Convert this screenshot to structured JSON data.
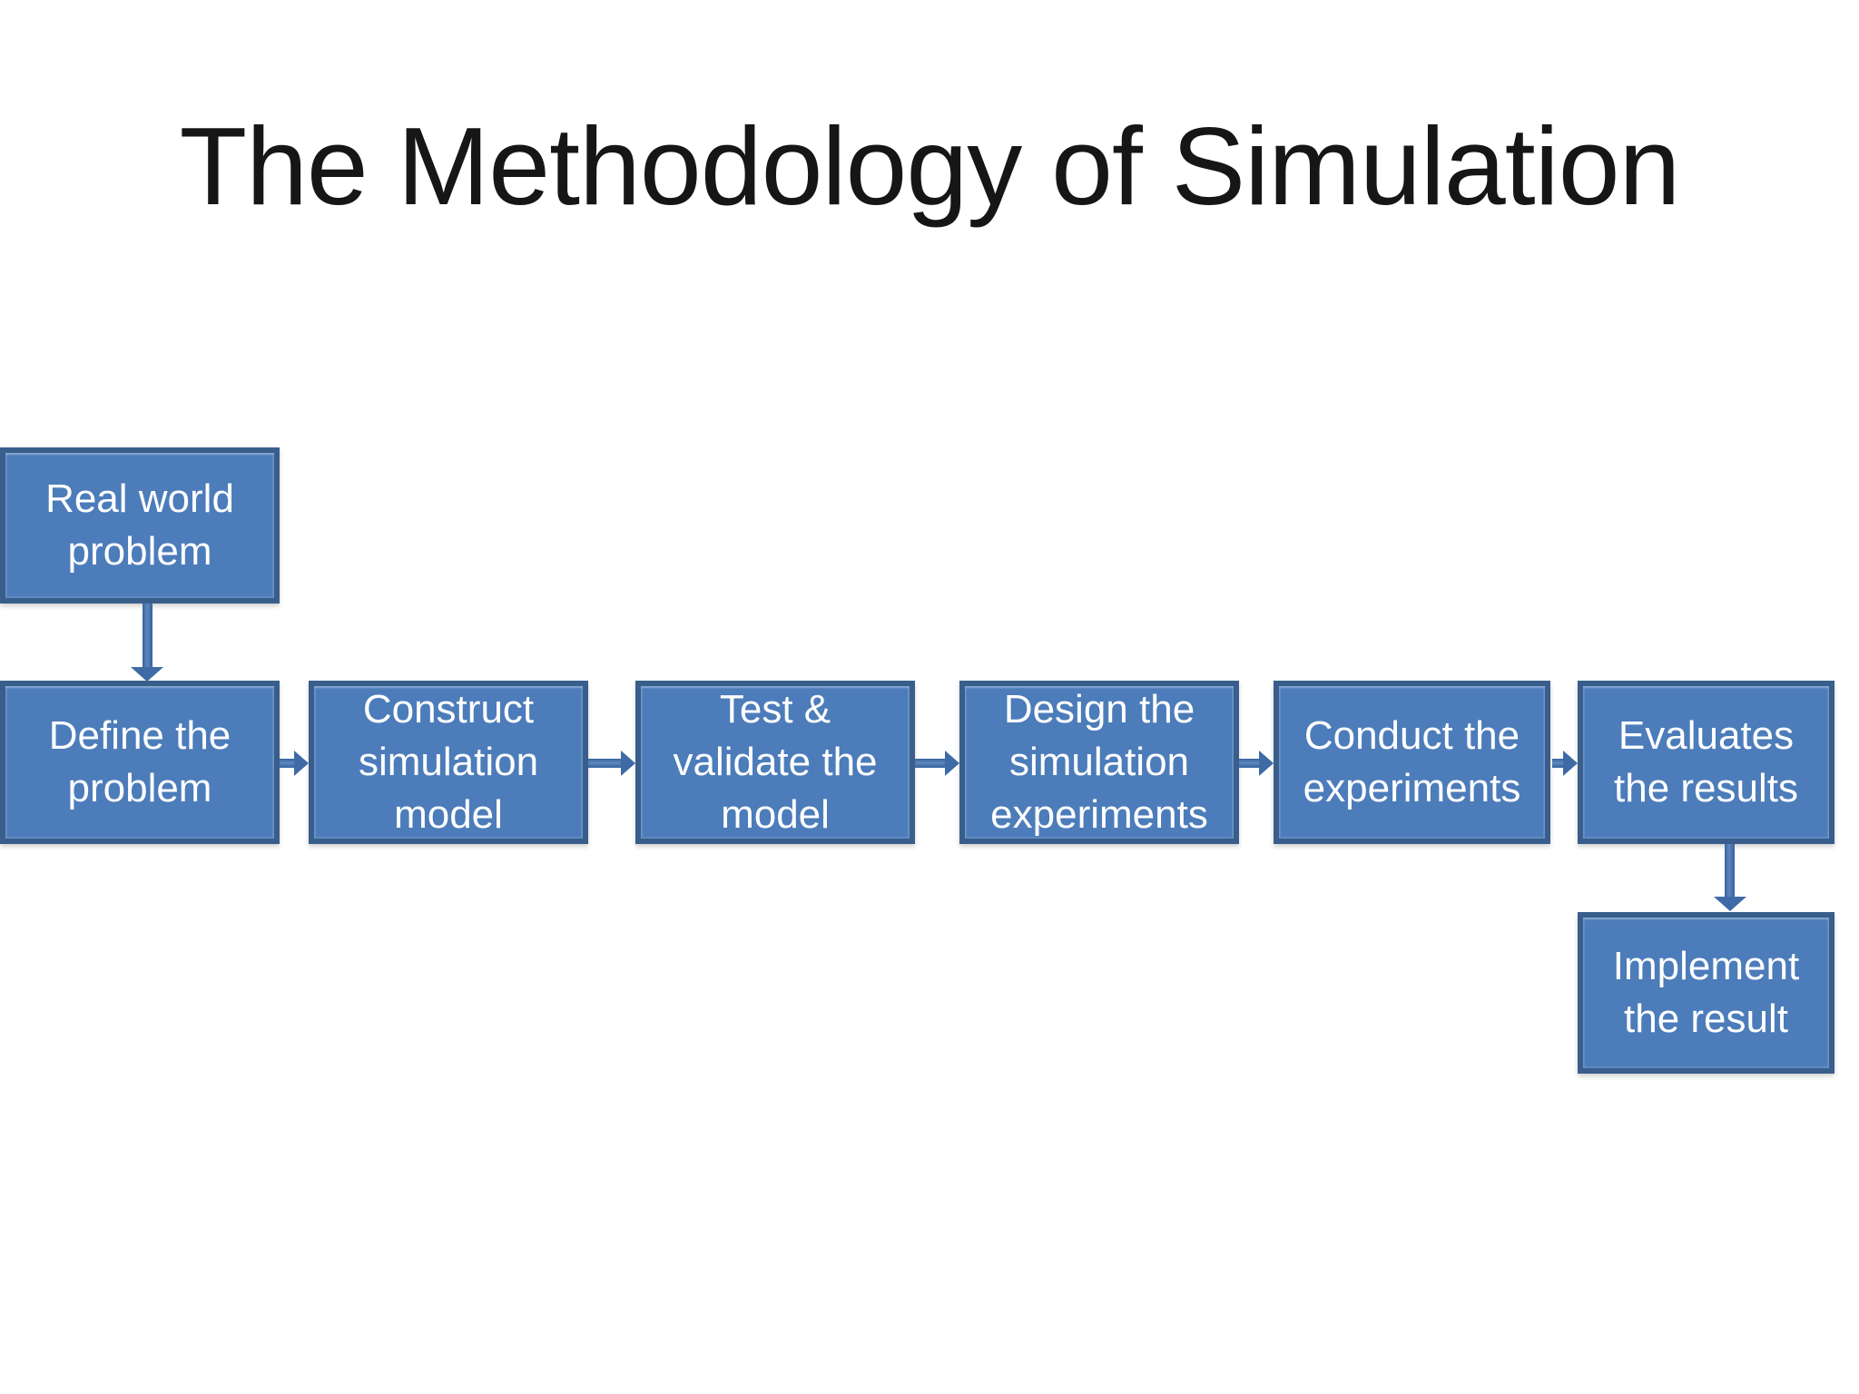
{
  "slide_title": "The Methodology of Simulation",
  "colors": {
    "background": "#ffffff",
    "title_color": "#161616",
    "box_fill": "#4C7CBA",
    "box_border": "#395E8C",
    "box_text": "#ffffff",
    "arrow_color": "#3E6BA6"
  },
  "flowchart": {
    "nodes": {
      "real_world": {
        "label": "Real world\nproblem"
      },
      "define": {
        "label": "Define the\nproblem"
      },
      "construct": {
        "label": "Construct\nsimulation\nmodel"
      },
      "test_validate": {
        "label": "Test &\nvalidate the\nmodel"
      },
      "design": {
        "label": "Design the\nsimulation\nexperiments"
      },
      "conduct": {
        "label": "Conduct the\nexperiments"
      },
      "evaluates": {
        "label": "Evaluates\nthe results"
      },
      "implement": {
        "label": "Implement\nthe result"
      }
    },
    "connectors": [
      {
        "from": "real_world",
        "to": "define",
        "direction": "down"
      },
      {
        "from": "define",
        "to": "construct",
        "direction": "right"
      },
      {
        "from": "construct",
        "to": "test_validate",
        "direction": "right"
      },
      {
        "from": "test_validate",
        "to": "design",
        "direction": "right"
      },
      {
        "from": "design",
        "to": "conduct",
        "direction": "right"
      },
      {
        "from": "conduct",
        "to": "evaluates",
        "direction": "right"
      },
      {
        "from": "evaluates",
        "to": "implement",
        "direction": "down"
      }
    ]
  }
}
